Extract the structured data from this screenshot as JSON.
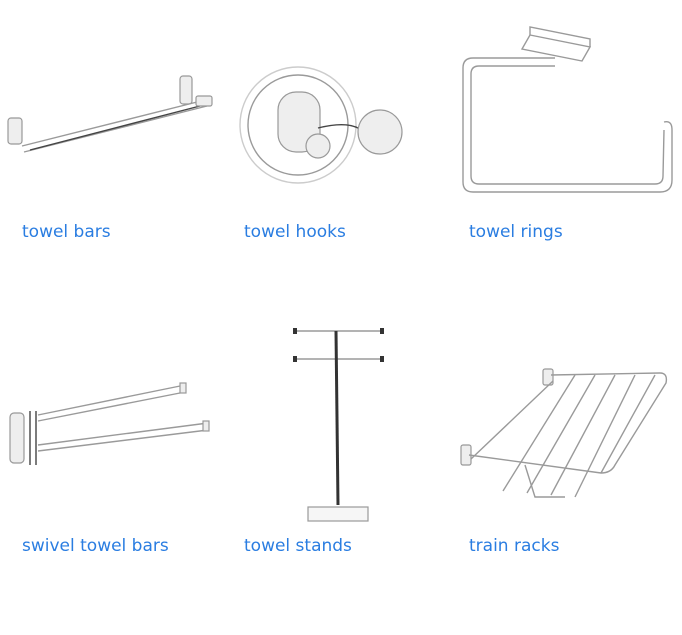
{
  "products": [
    {
      "label": "towel bars",
      "icon": "towel-bar-image"
    },
    {
      "label": "towel hooks",
      "icon": "towel-hook-image"
    },
    {
      "label": "towel rings",
      "icon": "towel-ring-image"
    },
    {
      "label": "swivel towel bars",
      "icon": "swivel-towel-bar-image"
    },
    {
      "label": "towel stands",
      "icon": "towel-stand-image"
    },
    {
      "label": "train racks",
      "icon": "train-rack-image"
    }
  ],
  "colors": {
    "link": "#2a7de1"
  }
}
